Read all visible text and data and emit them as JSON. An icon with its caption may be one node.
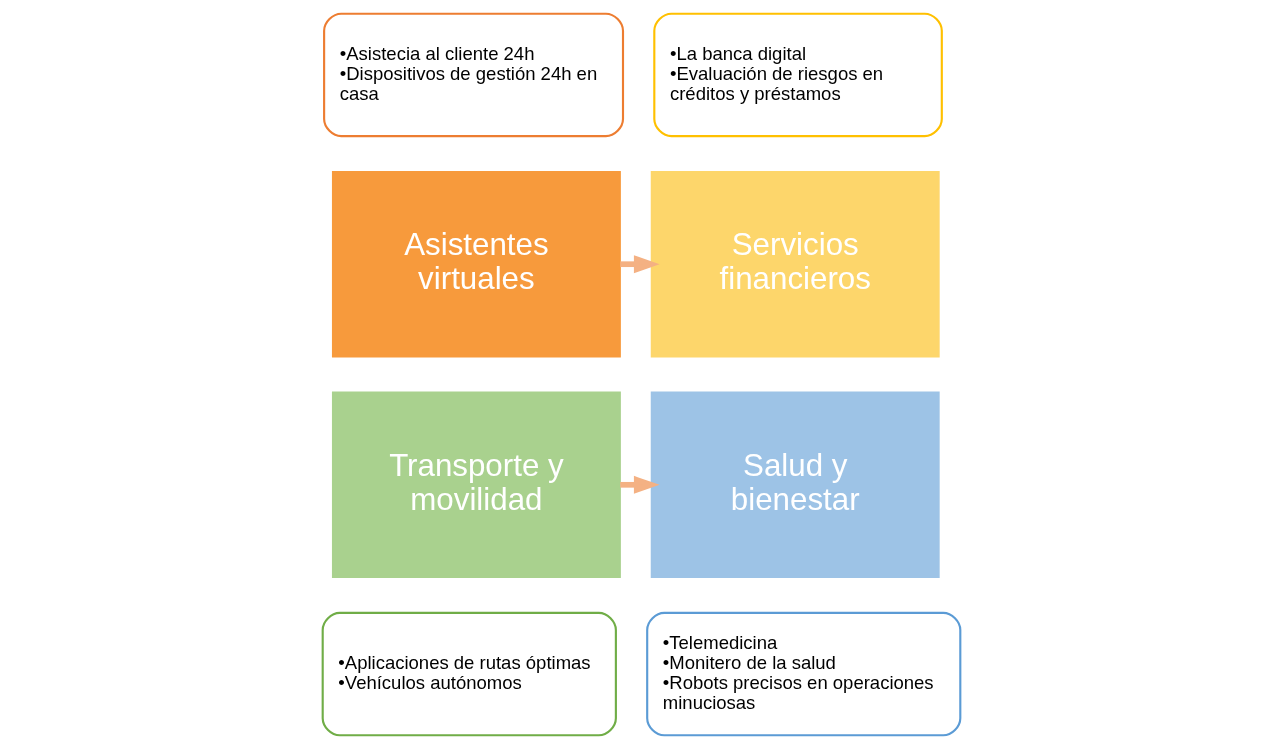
{
  "diagram": {
    "nodes": [
      {
        "text": [
          "•Asistecia al cliente 24h",
          "•Dispositivos de gestión 24h en casa"
        ]
      },
      {
        "text": [
          "•La banca digital",
          "•Evaluación de riesgos en créditos y préstamos"
        ]
      },
      {
        "text": [
          "Asistentes virtuales"
        ]
      },
      {
        "text": [
          "Servicios financieros"
        ]
      },
      {
        "text": [
          "Salud y bienestar"
        ]
      },
      {
        "text": [
          "Transporte y movilidad"
        ]
      },
      {
        "text": [
          "•Telemedicina",
          "•Monitero de la salud",
          "•Robots precisos en operaciones minuciosas"
        ]
      },
      {
        "text": [
          "•Aplicaciones de rutas óptimas",
          "•Vehículos autónomos"
        ]
      }
    ],
    "edges": [
      {
        "from": 2,
        "to": 3,
        "arrow": "to"
      },
      {
        "from": 5,
        "to": 4,
        "arrow": "to"
      }
    ]
  }
}
